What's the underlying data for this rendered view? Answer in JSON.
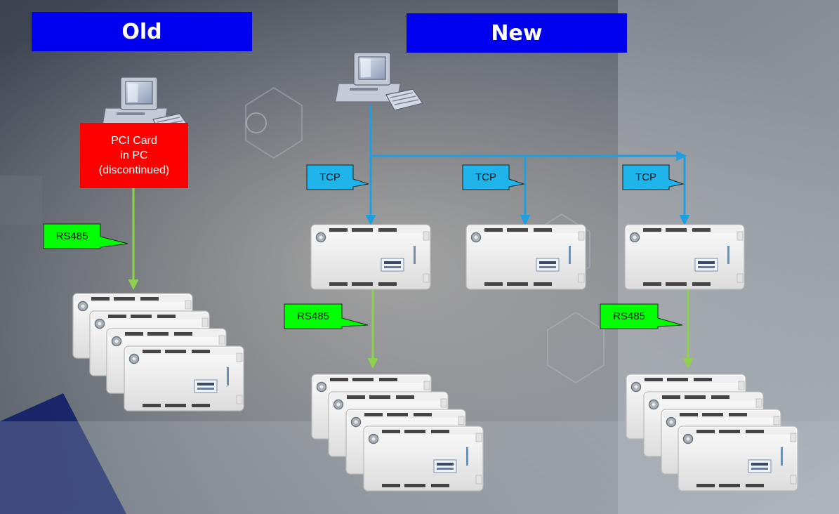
{
  "headers": {
    "old": "Old",
    "new": "New"
  },
  "pci_card": {
    "line1": "PCI Card",
    "line2": "in PC",
    "line3": "(discontinued)"
  },
  "link_labels": {
    "rs485": "RS485",
    "tcp": "TCP"
  },
  "colors": {
    "header_bg": "#0000f0",
    "pci_bg": "#ff0000",
    "rs485_bg": "#00ff00",
    "tcp_bg": "#1fb4ea",
    "rs485_line": "#8fd14f",
    "tcp_line": "#1f9fe0"
  },
  "icons": {
    "computer": "desktop-computer-icon",
    "controller": "controller-board-icon"
  }
}
